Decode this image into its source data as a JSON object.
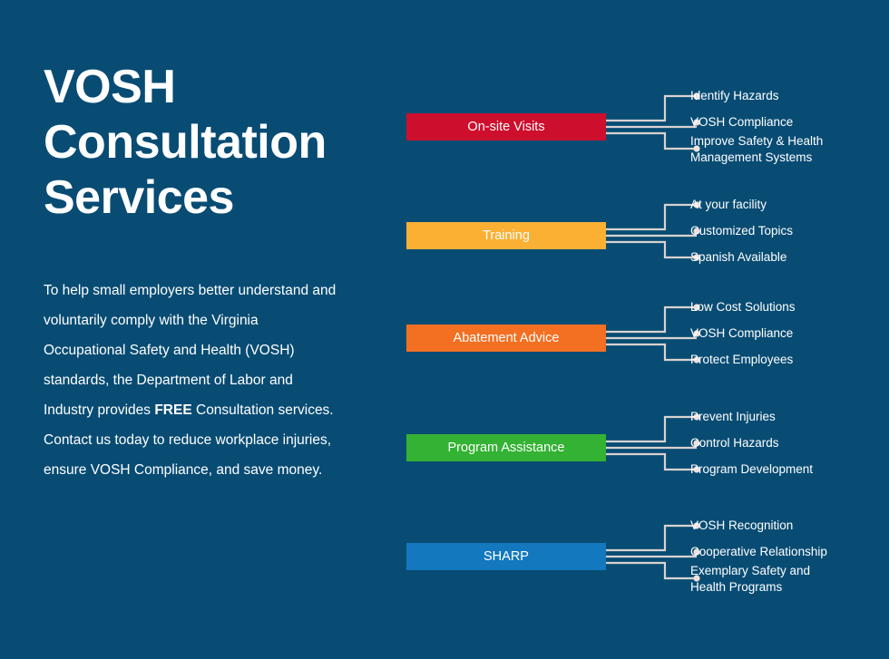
{
  "page": {
    "background_color": "#084C74",
    "title": "VOSH\nConsultation\nServices",
    "intro_before": "To help small employers better understand and voluntarily comply with the Virginia Occupational Safety and Health (VOSH) standards, the Department of Labor and Industry provides ",
    "intro_emphasis": "FREE",
    "intro_after": " Consultation services. Contact us today to reduce workplace injuries, ensure VOSH Compliance, and save money."
  },
  "branches": [
    {
      "label": "On-site Visits",
      "color": "#CE0E2D",
      "items": [
        "Identify Hazards",
        "VOSH Compliance",
        "Improve Safety & Health\nManagement Systems"
      ]
    },
    {
      "label": "Training",
      "color": "#FBB034",
      "items": [
        "At your facility",
        "Customized Topics",
        "Spanish Available"
      ]
    },
    {
      "label": "Abatement Advice",
      "color": "#F36F21",
      "items": [
        "Low Cost Solutions",
        "VOSH Compliance",
        "Protect Employees"
      ]
    },
    {
      "label": "Program Assistance",
      "color": "#33B233",
      "items": [
        "Prevent Injuries",
        "Control Hazards",
        "Program Development"
      ]
    },
    {
      "label": "SHARP",
      "color": "#1378BE",
      "items": [
        "VOSH Recognition",
        "Cooperative Relationship",
        "Exemplary Safety and\nHealth Programs"
      ]
    }
  ],
  "connector": {
    "line_color": "#D9D2D0",
    "dot_color": "#EFE0DE"
  }
}
